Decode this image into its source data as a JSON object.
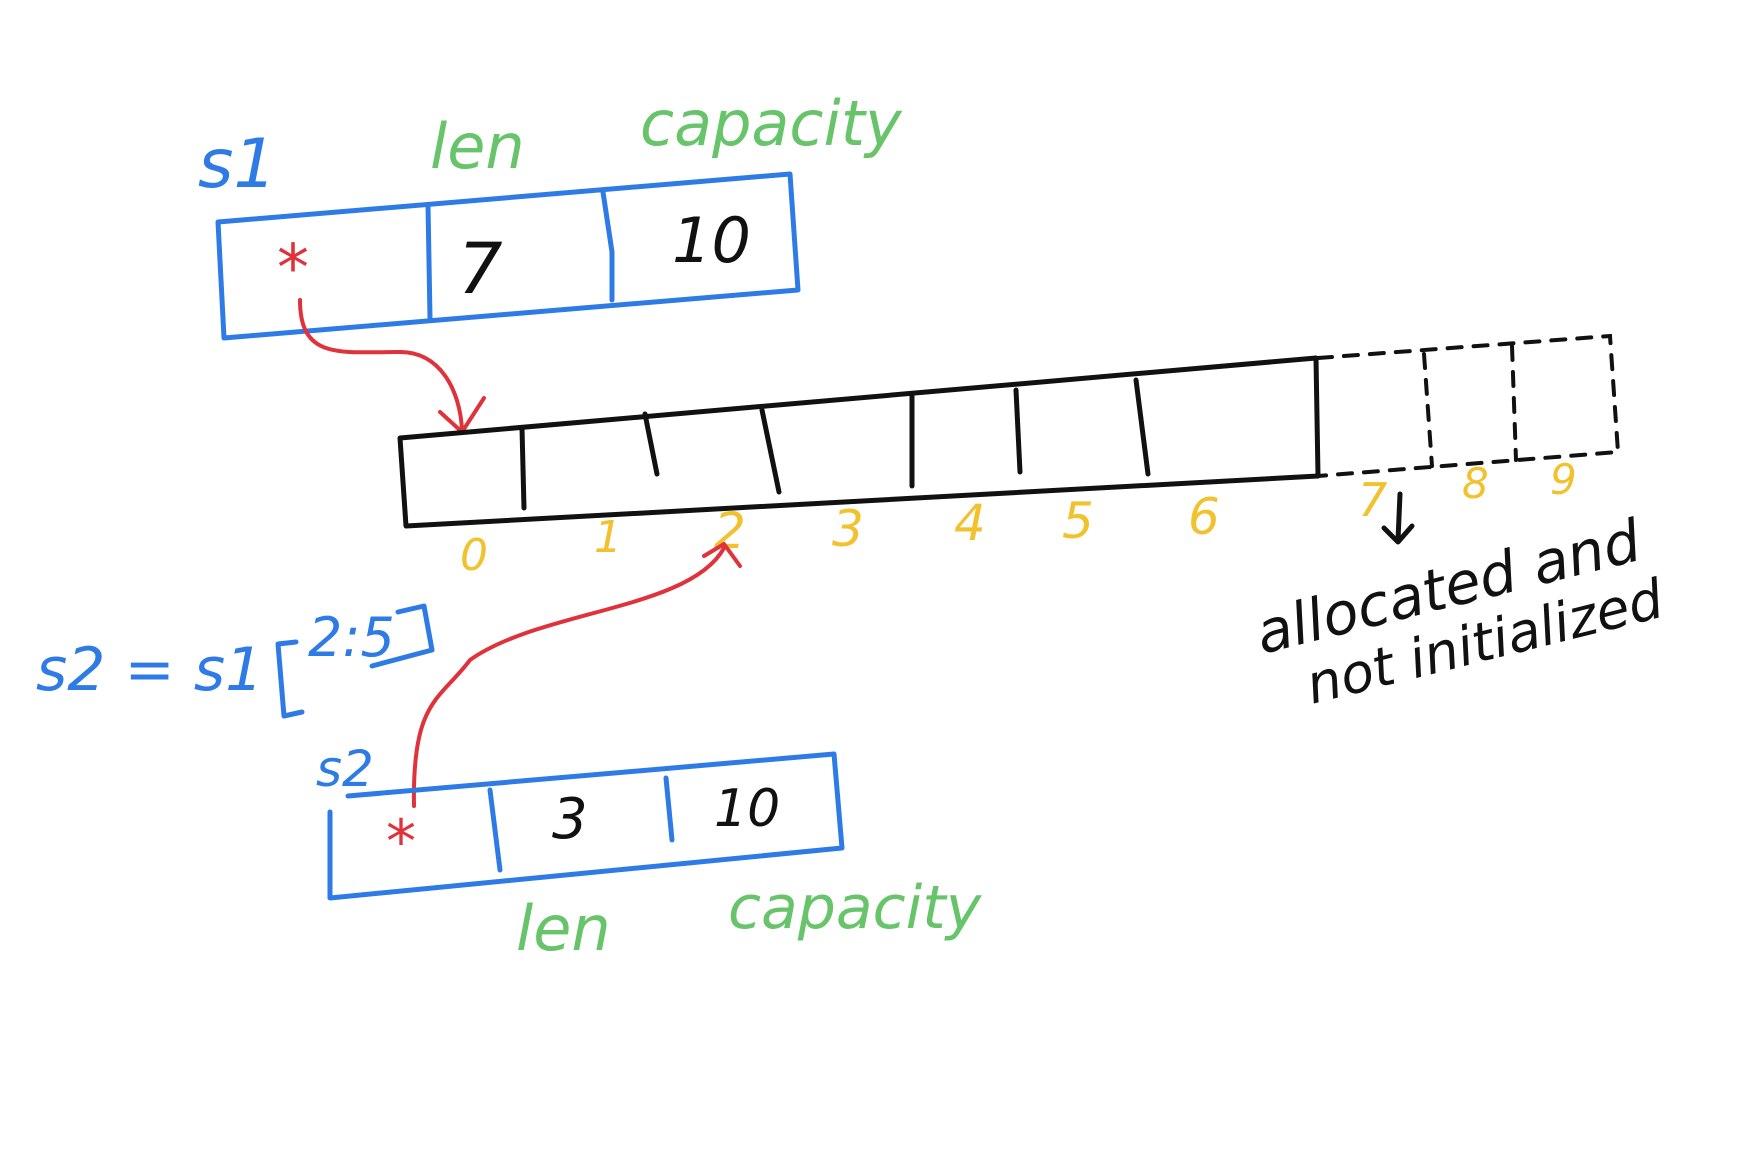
{
  "s1": {
    "name": "s1",
    "header_len": "len",
    "header_capacity": "capacity",
    "pointer": "*",
    "len": "7",
    "capacity": "10"
  },
  "s2": {
    "name": "s2",
    "label_len": "len",
    "label_capacity": "capacity",
    "pointer": "*",
    "len": "3",
    "capacity": "10"
  },
  "slice_expression": {
    "text_start": "s2 = s1",
    "range": "2:5"
  },
  "array": {
    "initialized_indices": [
      "0",
      "1",
      "2",
      "3",
      "4",
      "5",
      "6"
    ],
    "uninitialized_indices": [
      "7",
      "8",
      "9"
    ]
  },
  "note": {
    "line1": "allocated and",
    "line2": "not initialized"
  },
  "colors": {
    "blue": "#2f7be6",
    "green": "#68c46a",
    "red": "#e0323a",
    "yellow": "#f2c12e",
    "black": "#111111"
  }
}
